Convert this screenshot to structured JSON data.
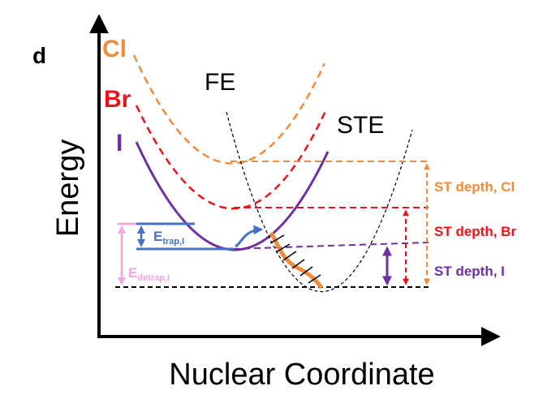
{
  "panel_label": "d",
  "axes": {
    "y_label": "Energy",
    "x_label": "Nuclear Coordinate"
  },
  "curves": {
    "cl": {
      "label": "Cl",
      "color": "#f08c3c"
    },
    "br": {
      "label": "Br",
      "color": "#e8141c"
    },
    "i": {
      "label": "I",
      "color": "#7030a0"
    }
  },
  "states": {
    "fe": "FE",
    "ste": "STE"
  },
  "depths": {
    "cl": {
      "label": "ST depth, Cl",
      "color": "#f08c3c"
    },
    "br": {
      "label": "ST depth, Br",
      "color": "#e8141c"
    },
    "i": {
      "label": "ST depth, I",
      "color": "#7030a0"
    }
  },
  "energies": {
    "trap": {
      "main": "E",
      "sub": "trap,I",
      "color": "#4472c4"
    },
    "detrap": {
      "main": "E",
      "sub": "detrap,I",
      "color": "#f4a6de"
    }
  },
  "colors": {
    "axis": "#000000",
    "ste_curve": "#000000",
    "relax_path": "#f08c3c"
  }
}
